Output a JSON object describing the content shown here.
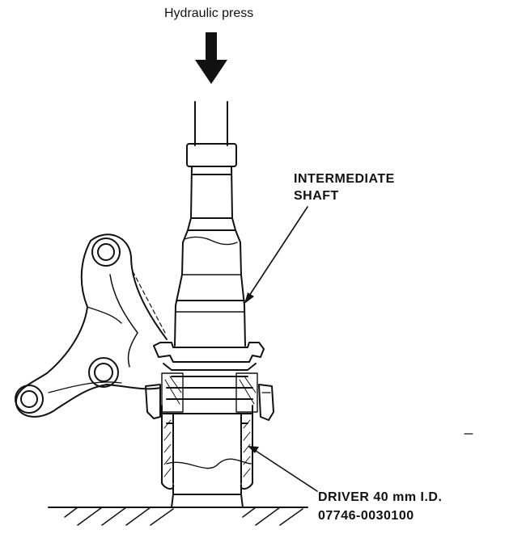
{
  "labels": {
    "press": "Hydraulic press",
    "shaft_line1": "INTERMEDIATE",
    "shaft_line2": "SHAFT",
    "driver_line1": "DRIVER  40 mm I.D.",
    "driver_line2": "07746-0030100"
  },
  "colors": {
    "ink": "#111111",
    "background": "#ffffff"
  }
}
